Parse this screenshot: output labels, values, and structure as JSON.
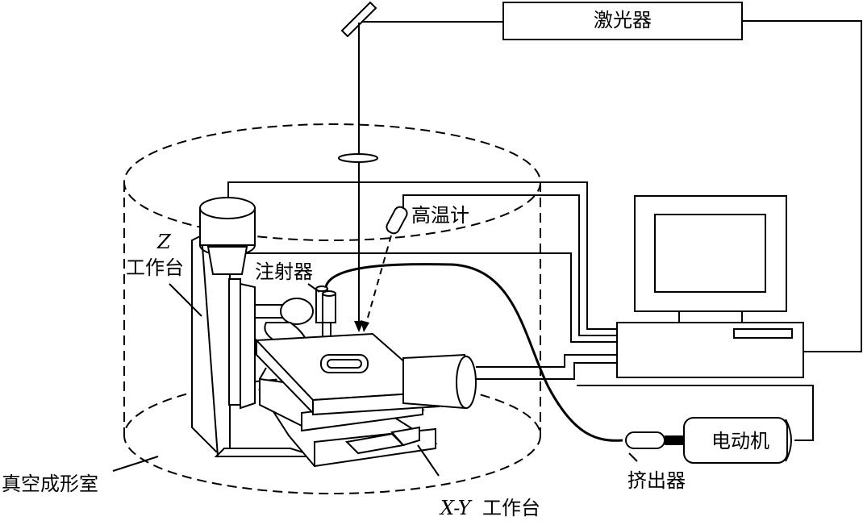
{
  "labels": {
    "laser": "激光器",
    "pyrometer": "高温计",
    "z_axis_letter": "Z",
    "z_stage": "工作台",
    "injector": "注射器",
    "vacuum_chamber": "真空成形室",
    "xy_axis_letters": "X-Y",
    "xy_stage": "工作台",
    "extruder": "挤出器",
    "motor": "电动机"
  }
}
